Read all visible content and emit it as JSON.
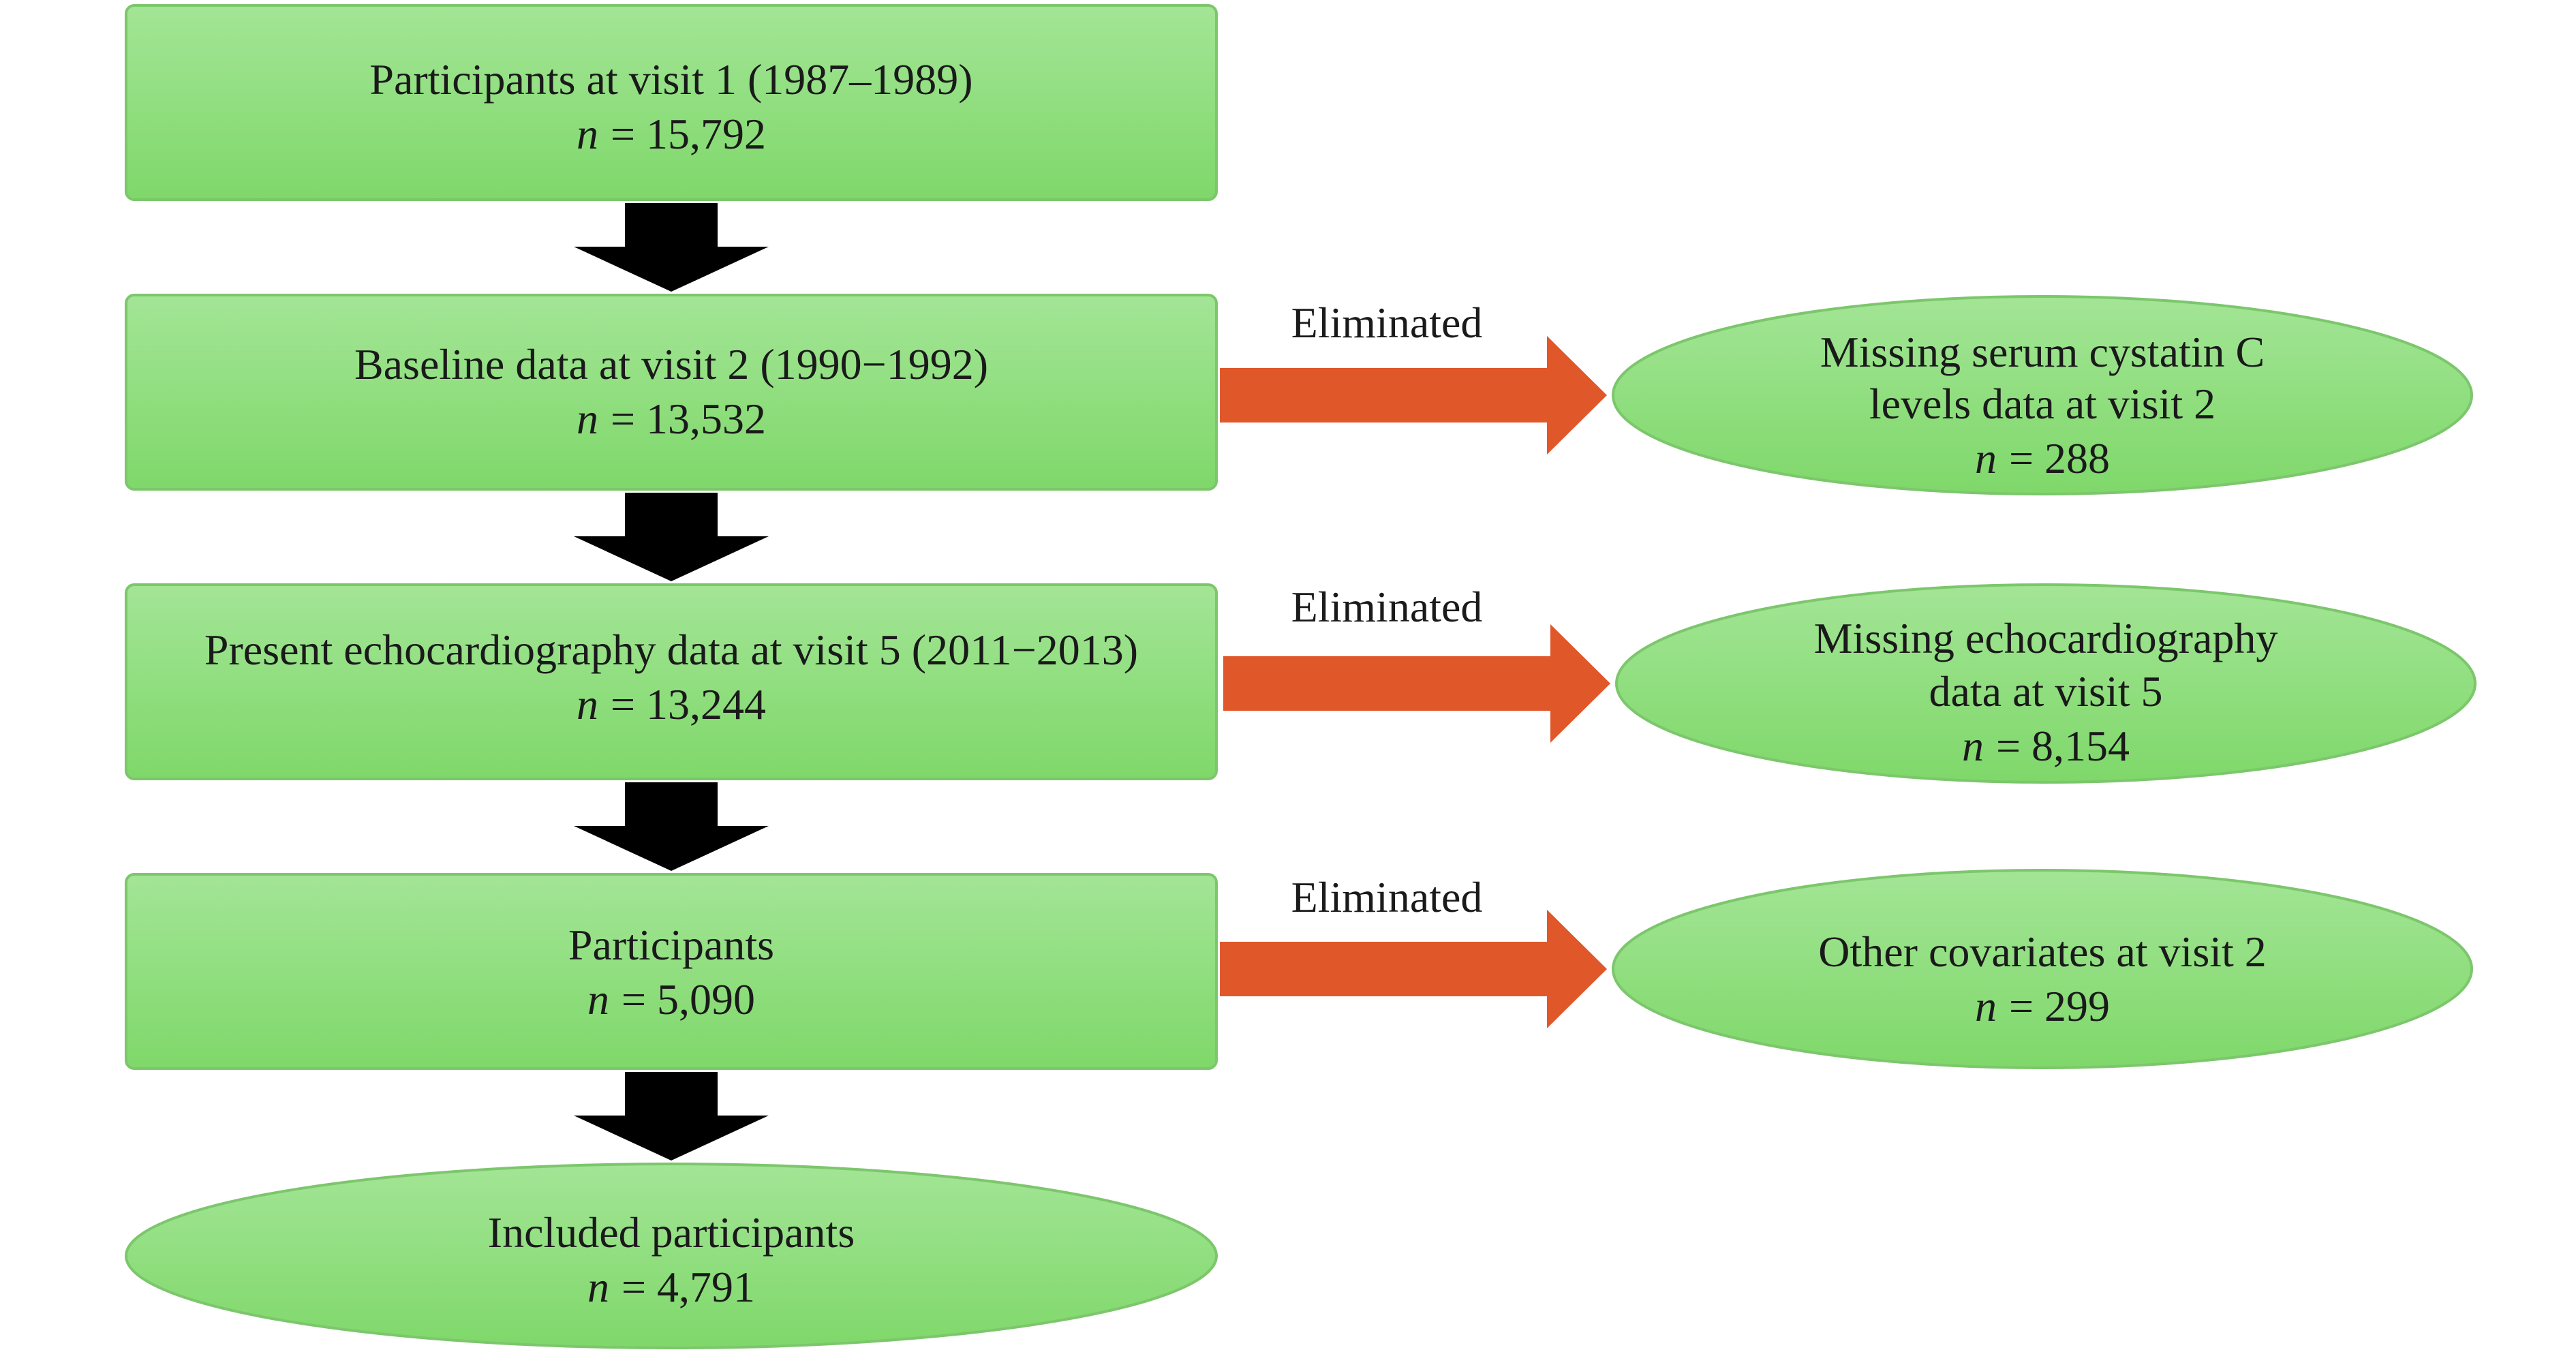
{
  "colors": {
    "node_fill_top": "#a3e596",
    "node_fill_bottom": "#7fd86a",
    "node_border": "#7cc66c",
    "down_arrow": "#000000",
    "exclusion_arrow": "#e0572a",
    "text": "#1a1a1a"
  },
  "flow": {
    "steps": [
      {
        "title": "Participants at visit 1 (1987–1989)",
        "n_label": "n",
        "n_value": "= 15,792"
      },
      {
        "title": "Baseline data at visit 2 (1990−1992)",
        "n_label": "n",
        "n_value": "= 13,532"
      },
      {
        "title": "Present echocardiography data at visit 5 (2011−2013)",
        "n_label": "n",
        "n_value": "= 13,244"
      },
      {
        "title": "Participants",
        "n_label": "n",
        "n_value": "= 5,090"
      }
    ],
    "final": {
      "title": "Included participants",
      "n_label": "n",
      "n_value": "= 4,791"
    }
  },
  "exclusions": [
    {
      "arrow_label": "Eliminated",
      "lines": [
        "Missing serum cystatin C",
        "levels data at visit 2"
      ],
      "n_label": "n",
      "n_value": "= 288"
    },
    {
      "arrow_label": "Eliminated",
      "lines": [
        "Missing echocardiography",
        "data at visit 5"
      ],
      "n_label": "n",
      "n_value": "= 8,154"
    },
    {
      "arrow_label": "Eliminated",
      "lines": [
        "Other covariates at visit 2"
      ],
      "n_label": "n",
      "n_value": "= 299"
    }
  ]
}
